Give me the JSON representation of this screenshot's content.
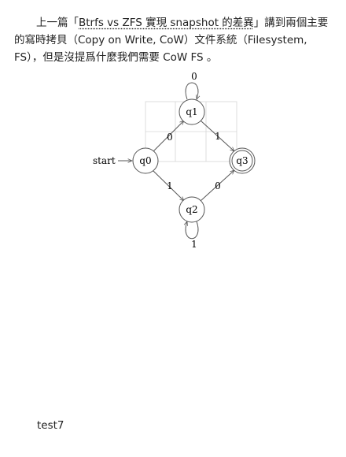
{
  "article": {
    "text_before_link": "上一篇「",
    "link_text": "Btrfs vs ZFS 實現 snapshot 的差異",
    "text_after_link": "」講到兩個主要的寫時拷貝（Copy on Write, CoW）文件系統（Filesystem, FS），但是沒提爲什麼我們需要 CoW FS 。"
  },
  "automaton": {
    "start_label": "start",
    "states": {
      "q0": "q0",
      "q1": "q1",
      "q2": "q2",
      "q3": "q3"
    },
    "accepting_state": "q3",
    "transitions": {
      "q1_self": "0",
      "q0_to_q1": "0",
      "q1_to_q3": "1",
      "q0_to_q2": "1",
      "q2_to_q3": "0",
      "q2_self": "1"
    }
  },
  "footer": {
    "text": "test7"
  }
}
